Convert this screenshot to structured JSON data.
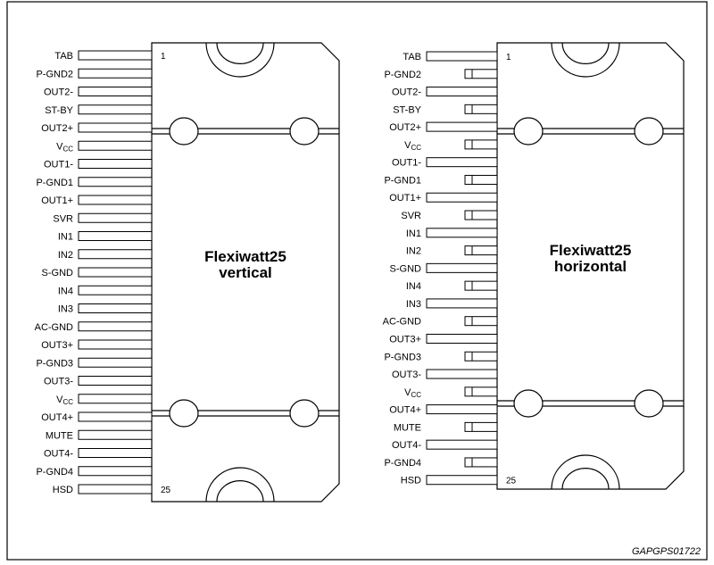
{
  "packages": [
    {
      "title_line1": "Flexiwatt25",
      "title_line2": "vertical",
      "first_pin_number": "1",
      "last_pin_number": "25",
      "pins": [
        {
          "label": "TAB"
        },
        {
          "label": "P-GND2"
        },
        {
          "label": "OUT2-"
        },
        {
          "label": "ST-BY"
        },
        {
          "label": "OUT2+"
        },
        {
          "label": "V",
          "sub": "CC"
        },
        {
          "label": "OUT1-"
        },
        {
          "label": "P-GND1"
        },
        {
          "label": "OUT1+"
        },
        {
          "label": "SVR"
        },
        {
          "label": "IN1"
        },
        {
          "label": "IN2"
        },
        {
          "label": "S-GND"
        },
        {
          "label": "IN4"
        },
        {
          "label": "IN3"
        },
        {
          "label": "AC-GND"
        },
        {
          "label": "OUT3+"
        },
        {
          "label": "P-GND3"
        },
        {
          "label": "OUT3-"
        },
        {
          "label": "V",
          "sub": "CC"
        },
        {
          "label": "OUT4+"
        },
        {
          "label": "MUTE"
        },
        {
          "label": "OUT4-"
        },
        {
          "label": "P-GND4"
        },
        {
          "label": "HSD"
        }
      ]
    },
    {
      "title_line1": "Flexiwatt25",
      "title_line2": "horizontal",
      "first_pin_number": "1",
      "last_pin_number": "25",
      "pins": [
        {
          "label": "TAB"
        },
        {
          "label": "P-GND2"
        },
        {
          "label": "OUT2-"
        },
        {
          "label": "ST-BY"
        },
        {
          "label": "OUT2+"
        },
        {
          "label": "V",
          "sub": "CC"
        },
        {
          "label": "OUT1-"
        },
        {
          "label": "P-GND1"
        },
        {
          "label": "OUT1+"
        },
        {
          "label": "SVR"
        },
        {
          "label": "IN1"
        },
        {
          "label": "IN2"
        },
        {
          "label": "S-GND"
        },
        {
          "label": "IN4"
        },
        {
          "label": "IN3"
        },
        {
          "label": "AC-GND"
        },
        {
          "label": "OUT3+"
        },
        {
          "label": "P-GND3"
        },
        {
          "label": "OUT3-"
        },
        {
          "label": "V",
          "sub": "CC"
        },
        {
          "label": "OUT4+"
        },
        {
          "label": "MUTE"
        },
        {
          "label": "OUT4-"
        },
        {
          "label": "P-GND4"
        },
        {
          "label": "HSD"
        }
      ]
    }
  ],
  "reference_code": "GAPGPS01722"
}
